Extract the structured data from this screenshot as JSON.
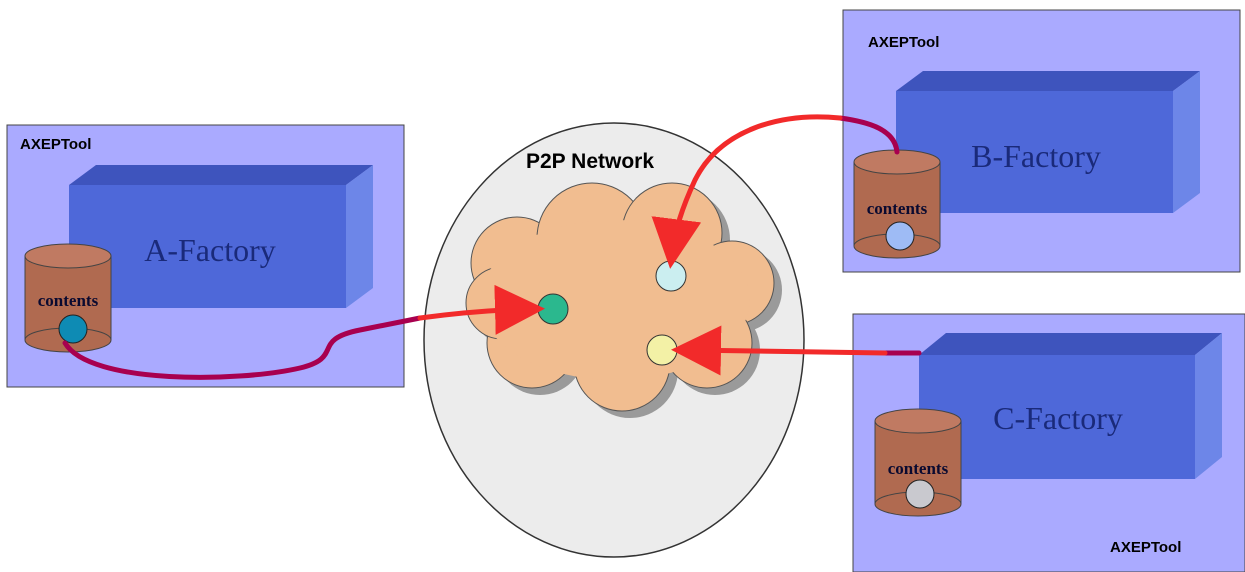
{
  "network": {
    "label": "P2P Network"
  },
  "tool_a": {
    "tool_label": "AXEPTool",
    "factory_label": "A-Factory",
    "contents_label": "contents"
  },
  "tool_b": {
    "tool_label": "AXEPTool",
    "factory_label": "B-Factory",
    "contents_label": "contents"
  },
  "tool_c": {
    "tool_label": "AXEPTool",
    "factory_label": "C-Factory",
    "contents_label": "contents"
  },
  "colors": {
    "tool_panel": "#aaaaff",
    "box_front": "#4e68d9",
    "box_top": "#3e54bd",
    "box_side": "#6d86e8",
    "cylinder": "#b06a50",
    "cloud": "#f1bd90",
    "network_circle": "#ececec",
    "arrow": "#f22a2a",
    "link": "#a8004f",
    "node_a": "#2bb88e",
    "node_b": "#cbeef0",
    "node_c": "#f3f1a6",
    "dot_a": "#0e8bb4",
    "dot_b": "#9ebbf5",
    "dot_c": "#c9c9cf"
  }
}
